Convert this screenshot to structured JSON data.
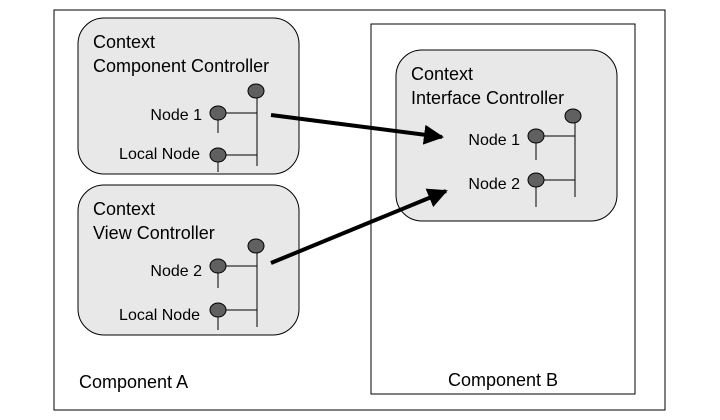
{
  "colors": {
    "background": "#ffffff",
    "box_fill": "#e8e8e8",
    "outline": "#000000",
    "node_fill": "#606060"
  },
  "component_a": {
    "label": "Component A",
    "component_controller": {
      "title_line1": "Context",
      "title_line2": "Component Controller",
      "nodes": [
        "Node 1",
        "Local Node"
      ]
    },
    "view_controller": {
      "title_line1": "Context",
      "title_line2": "View Controller",
      "nodes": [
        "Node 2",
        "Local Node"
      ]
    }
  },
  "component_b": {
    "label": "Component B",
    "interface_controller": {
      "title_line1": "Context",
      "title_line2": "Interface Controller",
      "nodes": [
        "Node 1",
        "Node 2"
      ]
    }
  }
}
